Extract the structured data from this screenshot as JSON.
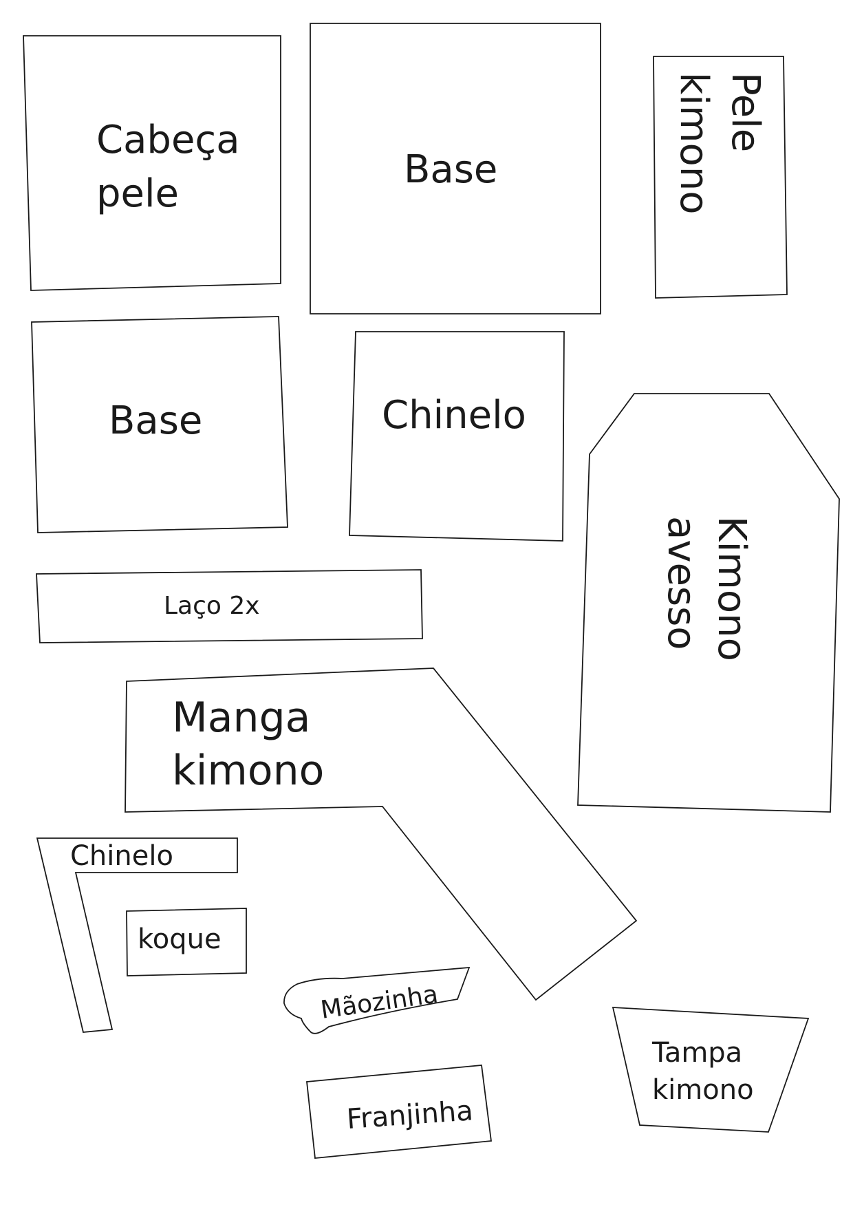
{
  "pieces": {
    "cabeca_pele": {
      "line1": "Cabeça",
      "line2": "pele"
    },
    "base_top": {
      "label": "Base"
    },
    "pele_kimono": {
      "line1": "Pele",
      "line2": "kimono"
    },
    "base_left": {
      "label": "Base"
    },
    "chinelo_big": {
      "label": "Chinelo"
    },
    "kimono_avesso": {
      "line1": "Kimono",
      "line2": "avesso"
    },
    "laco": {
      "label": "Laço 2x"
    },
    "manga_kimono": {
      "line1": "Manga",
      "line2": "kimono"
    },
    "chinelo_small": {
      "label": "Chinelo"
    },
    "koque": {
      "label": "koque"
    },
    "maozinha": {
      "label": "Mãozinha"
    },
    "franjinha": {
      "label": "Franjinha"
    },
    "tampa_kimono": {
      "line1": "Tampa",
      "line2": "kimono"
    }
  },
  "colors": {
    "outline": "#1a1a1a",
    "paper": "#ffffff"
  }
}
